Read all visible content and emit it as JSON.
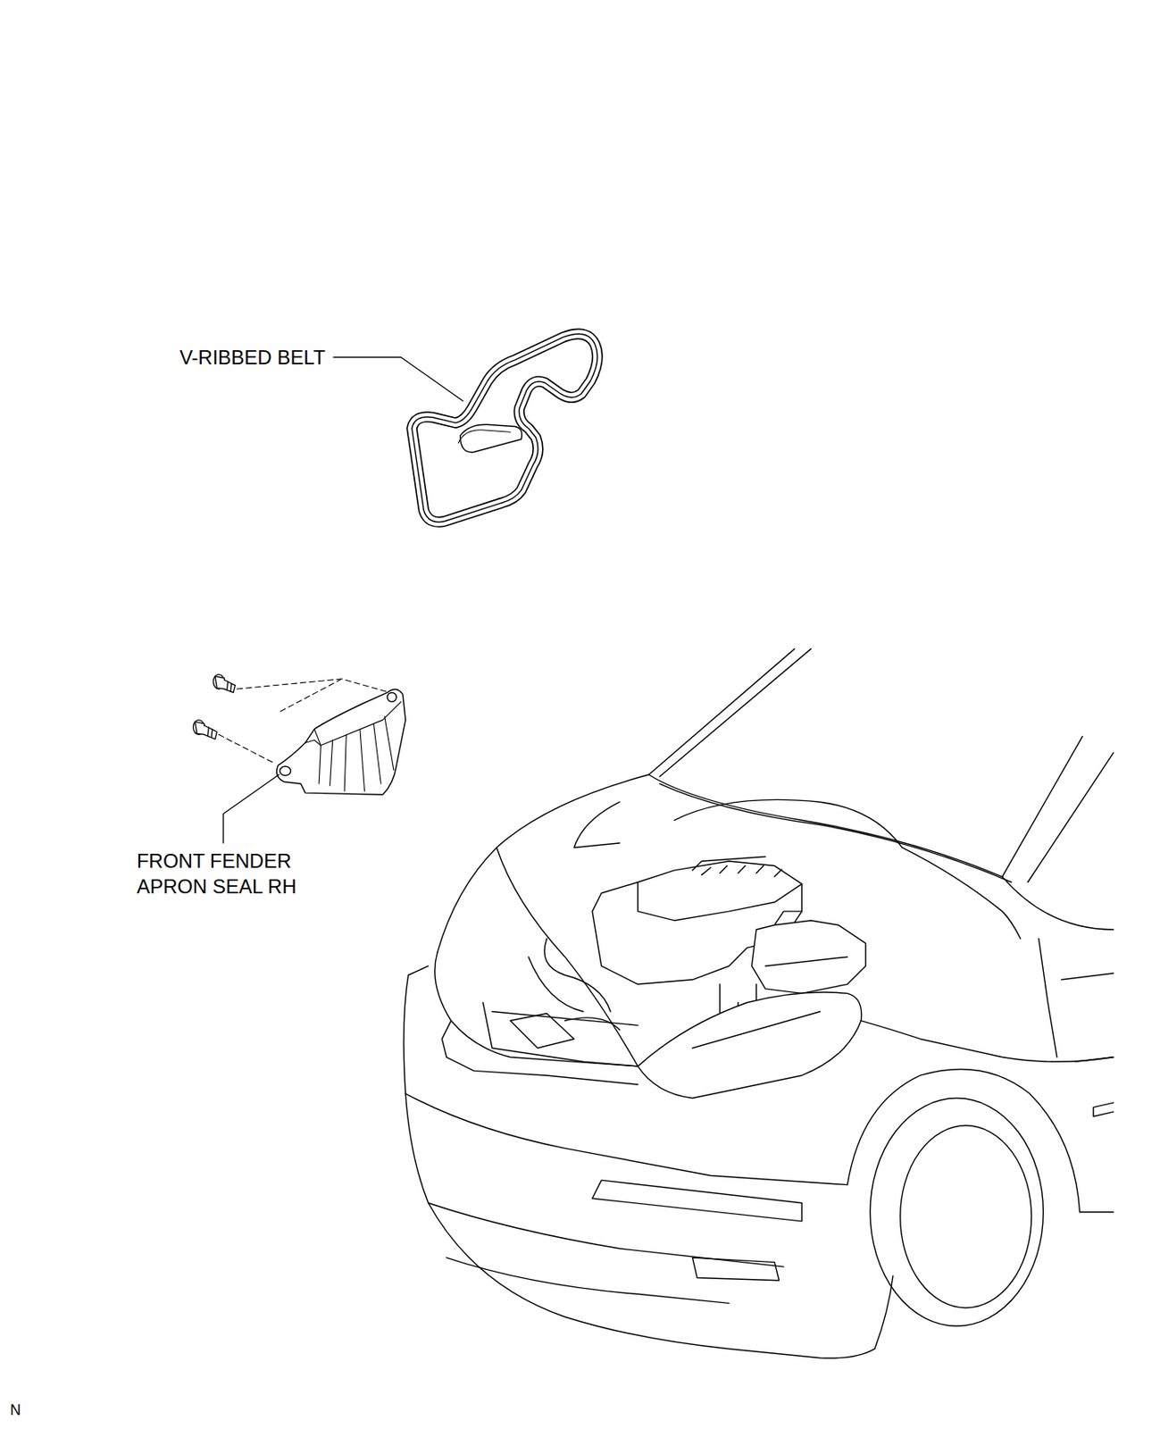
{
  "diagram": {
    "labels": [
      "V-RIBBED BELT",
      "FRONT FENDER APRON SEAL RH",
      "N"
    ]
  }
}
